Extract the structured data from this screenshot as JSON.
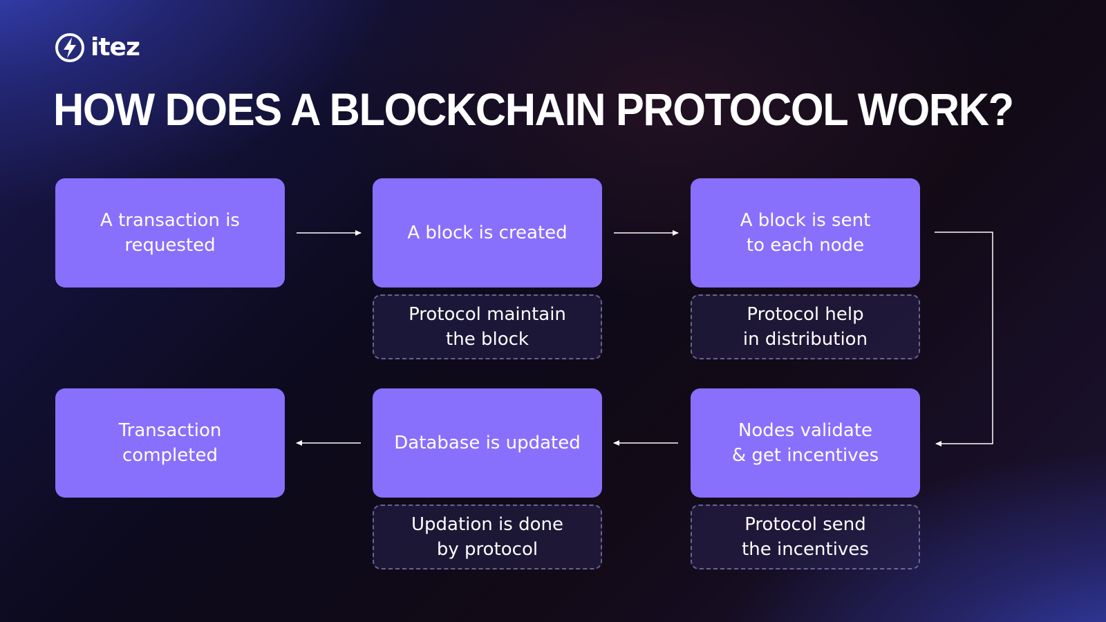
{
  "brand": {
    "name": "itez",
    "icon": "lightning-bolt-icon"
  },
  "title": "HOW DOES A BLOCKCHAIN PROTOCOL WORK?",
  "colors": {
    "step_box": "#8870fc",
    "note_box_border": "#aaa5d7",
    "arrow": "#ffffff",
    "background_accent": "#3a4ac8"
  },
  "steps": [
    {
      "label": "A transaction is\nrequested"
    },
    {
      "label": "A block is created"
    },
    {
      "label": "A block is sent\nto each node"
    },
    {
      "label": "Nodes validate\n& get incentives"
    },
    {
      "label": "Database is updated"
    },
    {
      "label": "Transaction\ncompleted"
    }
  ],
  "notes": [
    {
      "label": "Protocol maintain\nthe block"
    },
    {
      "label": "Protocol help\nin distribution"
    },
    {
      "label": "Protocol send\nthe incentives"
    },
    {
      "label": "Updation is done\nby protocol"
    }
  ]
}
